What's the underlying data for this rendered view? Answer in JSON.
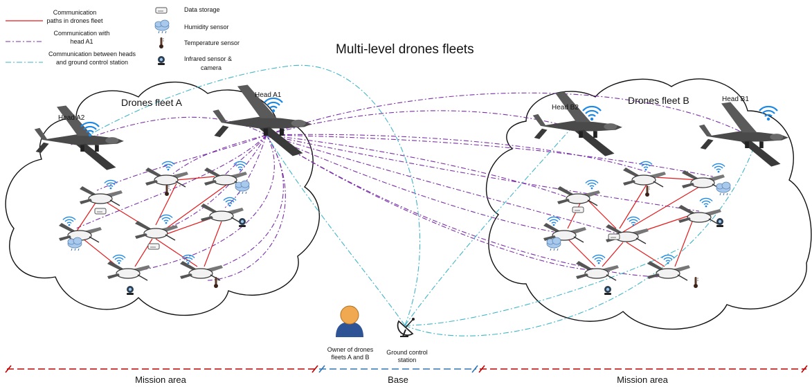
{
  "title": "Multi-level drones fleets",
  "legend": {
    "fleet_path": "Communication paths in drones fleet",
    "fleet_path_l1": "Communication",
    "fleet_path_l2": "paths in drones fleet",
    "head_a1_l1": "Communication with",
    "head_a1_l2": "head A1",
    "gcs_l1": "Communication between heads",
    "gcs_l2": "and ground control station",
    "storage": "Data storage",
    "humidity": "Humidity sensor",
    "temperature": "Temperature sensor",
    "infrared_l1": "Infrared sensor &",
    "infrared_l2": "camera"
  },
  "fleets": {
    "a_label": "Drones fleet A",
    "b_label": "Drones fleet B"
  },
  "heads": {
    "a1": "Head A1",
    "a2": "Head A2",
    "b1": "Head B1",
    "b2": "Head B2"
  },
  "base": {
    "owner_l1": "Owner of drones",
    "owner_l2": "fleets A and B",
    "gcs_l1": "Ground control",
    "gcs_l2": "station"
  },
  "areas": {
    "left": "Mission area",
    "middle": "Base",
    "right": "Mission area"
  },
  "colors": {
    "fleet_link": "#e31a1c",
    "head_link": "#7b2fa8",
    "gcs_link": "#3fb5c8",
    "area_red": "#c00000",
    "area_blue": "#2e75b6",
    "wifi": "#1e88e5"
  }
}
